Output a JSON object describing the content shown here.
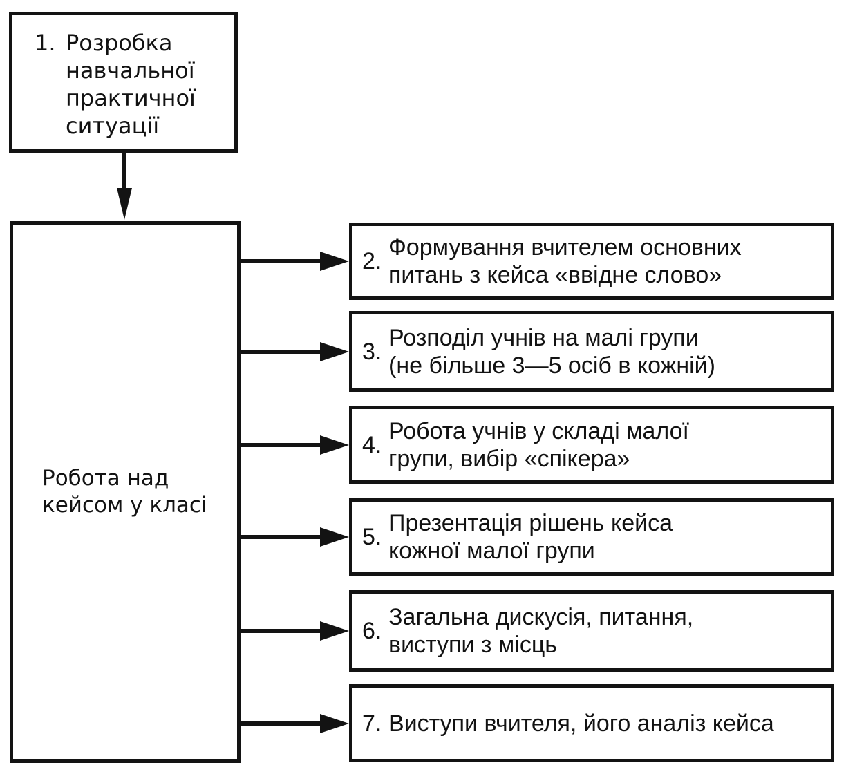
{
  "step1": {
    "number": "1.",
    "lines": [
      "Розробка",
      "навчальної",
      "практичної",
      "ситуації"
    ]
  },
  "left_box": {
    "lines": [
      "Робота над",
      "кейсом у класі"
    ]
  },
  "steps": [
    {
      "number": "2.",
      "lines": [
        "Формування вчителем основних",
        "питань з кейса «ввідне слово»"
      ]
    },
    {
      "number": "3.",
      "lines": [
        "Розподіл учнів на малі групи",
        "(не більше 3—5 осіб в кожній)"
      ]
    },
    {
      "number": "4.",
      "lines": [
        "Робота учнів у складі малої",
        "групи, вибір «спікера»"
      ]
    },
    {
      "number": "5.",
      "lines": [
        "Презентація рішень кейса",
        "кожної малої групи"
      ]
    },
    {
      "number": "6.",
      "lines": [
        "Загальна дискусія, питання,",
        "виступи з місць"
      ]
    },
    {
      "number": "7.",
      "lines": [
        "Виступи вчителя, його аналіз кейса"
      ]
    }
  ],
  "colors": {
    "ink": "#131313",
    "background": "#ffffff"
  }
}
